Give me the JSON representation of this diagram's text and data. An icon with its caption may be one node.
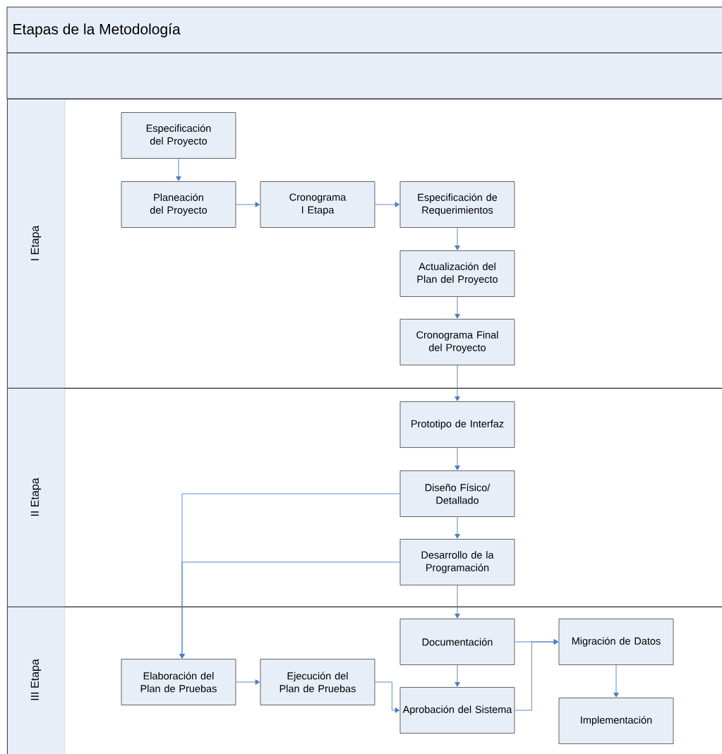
{
  "diagram": {
    "title": "Etapas de la Metodología",
    "nodes": [
      {
        "text": [
          "I Etapa"
        ]
      },
      {
        "text": [
          "Especificación del Proyecto"
        ],
        "in": 0
      },
      {
        "text": [
          "Planeación del Proyecto"
        ],
        "in": 0
      },
      {
        "text": [
          "Cronograma I Etapa"
        ],
        "in": 0
      },
      {
        "text": [
          "Especificación de Requerimientos"
        ],
        "in": 0
      },
      {
        "text": [
          "Actualización del Plan del Proyecto"
        ],
        "in": 0
      },
      {
        "text": [
          "Cronograma Final del Proyecto"
        ],
        "in": 0
      },
      {
        "text": [
          "II Etapa"
        ]
      },
      {
        "text": [
          "Prototipo de Interfaz"
        ],
        "in": 7
      },
      {
        "text": [
          "Diseño Físico/ Detallado"
        ],
        "in": 7
      },
      {
        "text": [
          "Desarrollo de la Programación"
        ],
        "in": 7
      },
      {
        "text": [
          "III Etapa"
        ]
      },
      {
        "text": [
          "Documentación"
        ],
        "in": 11
      },
      {
        "text": [
          "Migración de Datos"
        ],
        "in": 11
      },
      {
        "text": [
          "Elaboración del Plan de Pruebas"
        ],
        "in": 11
      },
      {
        "text": [
          "Ejecución del Plan de Pruebas"
        ],
        "in": 11
      },
      {
        "text": [
          "Aprobación del Sistema"
        ],
        "in": 11
      },
      {
        "text": [
          "Implementación"
        ],
        "in": 11
      }
    ],
    "edges": [
      {
        "from": 1,
        "to": 2,
        "arrow": "to"
      },
      {
        "from": 2,
        "to": 3,
        "arrow": "to"
      },
      {
        "from": 3,
        "to": 4,
        "arrow": "to"
      },
      {
        "from": 4,
        "to": 5,
        "arrow": "to"
      },
      {
        "from": 5,
        "to": 6,
        "arrow": "to"
      },
      {
        "from": 6,
        "to": 8,
        "arrow": "to"
      },
      {
        "from": 8,
        "to": 9,
        "arrow": "to"
      },
      {
        "from": 9,
        "to": 10,
        "arrow": "to"
      },
      {
        "from": 9,
        "to": 14,
        "arrow": "to"
      },
      {
        "from": 10,
        "to": 14,
        "arrow": "to"
      },
      {
        "from": 10,
        "to": 12,
        "arrow": "to"
      },
      {
        "from": 12,
        "to": 16,
        "arrow": "to"
      },
      {
        "from": 12,
        "to": 13,
        "arrow": "to"
      },
      {
        "from": 16,
        "to": 13,
        "arrow": "to"
      },
      {
        "from": 14,
        "to": 15,
        "arrow": "to"
      },
      {
        "from": 15,
        "to": 16,
        "arrow": "to"
      },
      {
        "from": 13,
        "to": 17,
        "arrow": "to"
      }
    ]
  }
}
